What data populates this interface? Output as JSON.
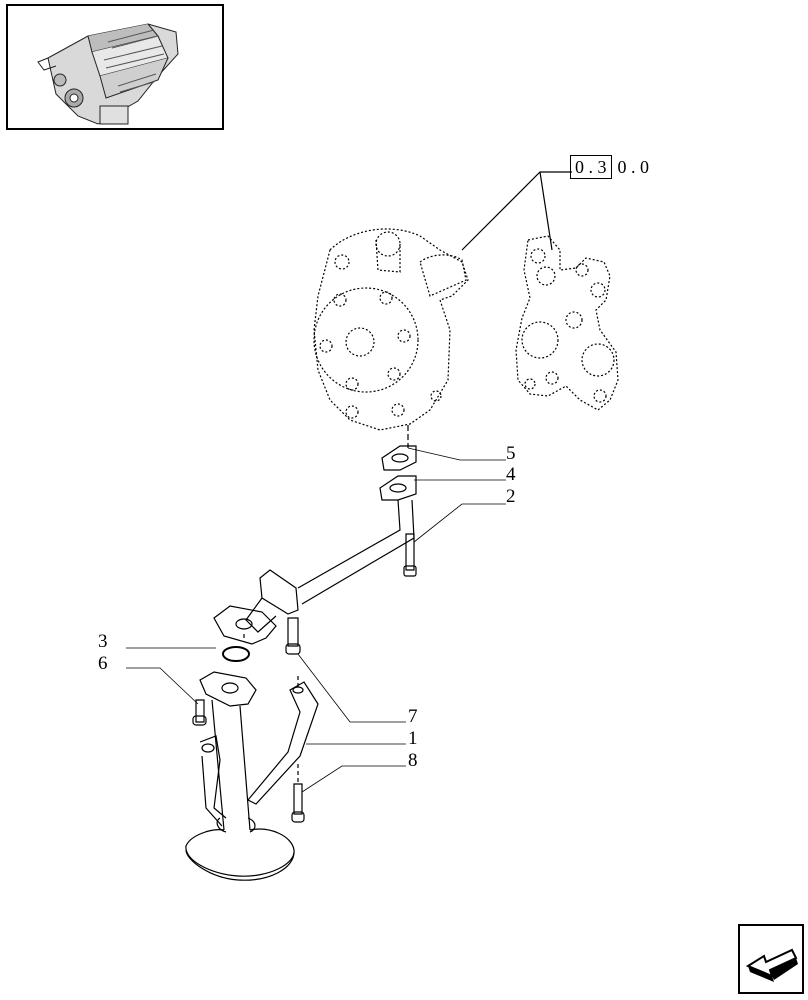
{
  "reference": {
    "boxed_part": "0 . 3",
    "trailing_part": "0 . 0"
  },
  "callouts": [
    {
      "id": "5",
      "label": "5"
    },
    {
      "id": "4",
      "label": "4"
    },
    {
      "id": "2",
      "label": "2"
    },
    {
      "id": "3",
      "label": "3"
    },
    {
      "id": "6",
      "label": "6"
    },
    {
      "id": "7",
      "label": "7"
    },
    {
      "id": "1",
      "label": "1"
    },
    {
      "id": "8",
      "label": "8"
    }
  ],
  "icons": {
    "thumbnail": "engine-thumbnail-icon",
    "navigation": "next-page-arrow-icon"
  }
}
